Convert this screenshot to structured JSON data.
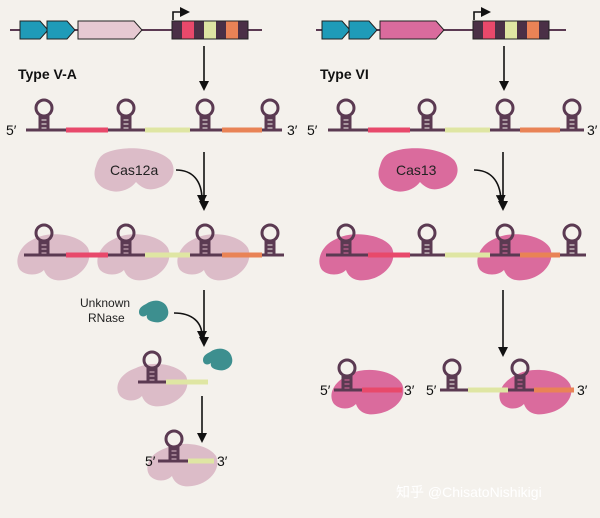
{
  "panels": {
    "left": {
      "title": "Type V-A",
      "protein": "Cas12a",
      "rnase_line1": "Unknown",
      "rnase_line2": "RNase"
    },
    "right": {
      "title": "Type VI",
      "protein": "Cas13"
    }
  },
  "ends": {
    "five_prime": "5′",
    "three_prime": "3′"
  },
  "watermark": "知乎 @ChisatoNishikigi",
  "colors": {
    "background": "#f4f1ec",
    "rna_backbone": "#5b3a52",
    "spacer_red": "#e8496b",
    "spacer_yellow": "#dfe6a3",
    "spacer_orange": "#e98356",
    "cas12a": "#dcbcc8",
    "cas13": "#da6b9d",
    "rnase": "#3d8f8f",
    "gene_blue": "#1f9bb8"
  },
  "icons": [
    "stem-loop-hairpin-icon",
    "promoter-arrow-icon",
    "gene-arrow-icon",
    "down-arrow-icon",
    "curved-arrow-icon",
    "protein-blob-icon"
  ]
}
